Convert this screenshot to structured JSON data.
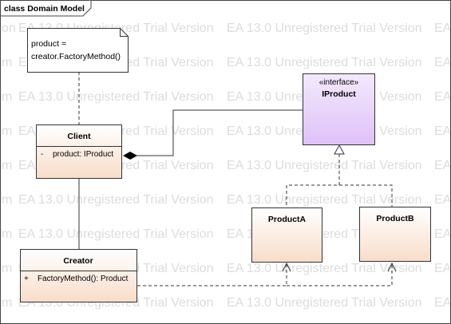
{
  "frame": {
    "title": "class Domain Model"
  },
  "watermark": {
    "text": "EA 13.0 Unregistered Trial Version",
    "fragments": [
      "m",
      "on",
      "EA"
    ]
  },
  "note": {
    "line1": "product =",
    "line2": "creator.FactoryMethod()"
  },
  "client": {
    "name": "Client",
    "attr_visibility": "-",
    "attr": "product: IProduct"
  },
  "creator": {
    "name": "Creator",
    "op_visibility": "+",
    "op": "FactoryMethod(): Product"
  },
  "iproduct": {
    "stereotype": "«interface»",
    "name": "IProduct"
  },
  "product_a": {
    "name": "ProductA"
  },
  "product_b": {
    "name": "ProductB"
  },
  "colors": {
    "class_gradient_top": "#ffffff",
    "class_gradient_bottom": "#f8ddc9",
    "interface_gradient_top": "#f3e9fd",
    "interface_gradient_bottom": "#dfc1f8",
    "border": "#222222",
    "watermark": "#dcdcdc"
  }
}
